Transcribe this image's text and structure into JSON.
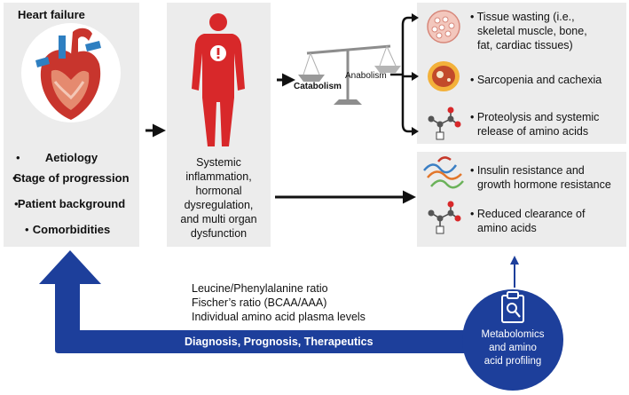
{
  "heart_failure": {
    "title": "Heart failure",
    "factors": [
      "Aetiology",
      "Stage of progression",
      "Patient background",
      "Comorbidities"
    ]
  },
  "systemic": {
    "text": [
      "Systemic",
      "inflammation,",
      "hormonal",
      "dysregulation,",
      "and multi organ",
      "dysfunction"
    ]
  },
  "balance": {
    "catabolism": "Catabolism",
    "anabolism": "Anabolism"
  },
  "outcomes_top": {
    "items": [
      [
        "• Tissue wasting (i.e.,",
        "skeletal muscle, bone,",
        "fat, cardiac tissues)"
      ],
      [
        "• Sarcopenia and cachexia"
      ],
      [
        "• Proteolysis and systemic",
        "release of amino acids"
      ]
    ]
  },
  "outcomes_bottom": {
    "items": [
      [
        "• Insulin resistance and",
        "growth hormone resistance"
      ],
      [
        "• Reduced clearance of",
        "amino acids"
      ]
    ]
  },
  "biomarkers": {
    "lines": [
      "Leucine/Phenylalanine ratio",
      "Fischer’s ratio (BCAA/AAA)",
      "Individual amino acid plasma levels"
    ]
  },
  "feedback": {
    "label": "Diagnosis, Prognosis, Therapeutics"
  },
  "profiling": {
    "text": [
      "Metabolomics",
      "and amino",
      "acid profiling"
    ],
    "icon": "clipboard-magnifier-icon"
  },
  "colors": {
    "panel": "#ececec",
    "blue": "#1d3f9b",
    "red": "#d8282a",
    "heart_red": "#c8352d",
    "heart_blue": "#2e7fc1"
  }
}
